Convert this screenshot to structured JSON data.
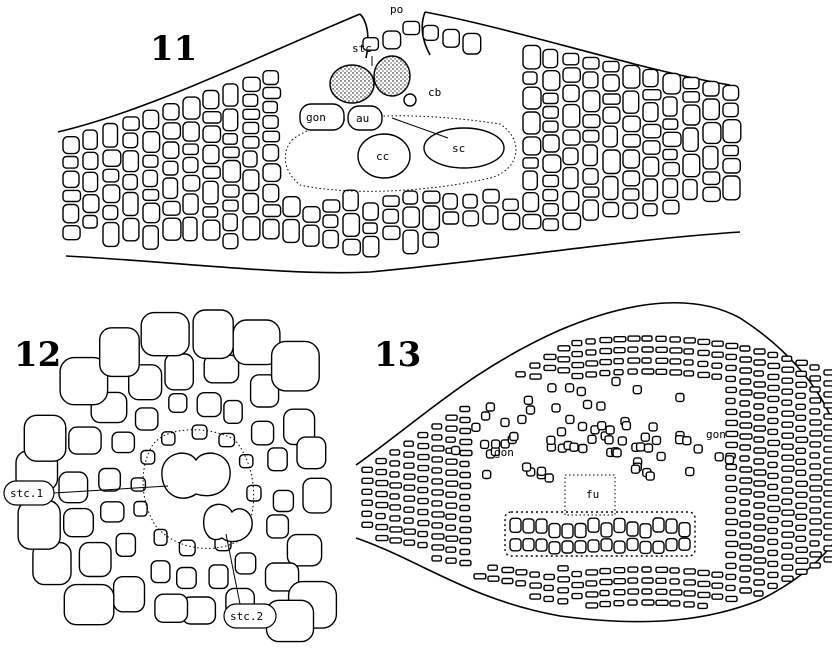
{
  "figures": [
    {
      "number": "11",
      "labels": {
        "po": "po",
        "stc": "stc",
        "cb": "cb",
        "gon": "gon",
        "au": "au",
        "cc": "cc",
        "sc": "sc"
      }
    },
    {
      "number": "12",
      "labels": {
        "stc1": "stc.1",
        "stc2": "stc.2"
      }
    },
    {
      "number": "13",
      "labels": {
        "gon_left": "gon",
        "gon_right": "gon",
        "fu": "fu"
      }
    }
  ]
}
